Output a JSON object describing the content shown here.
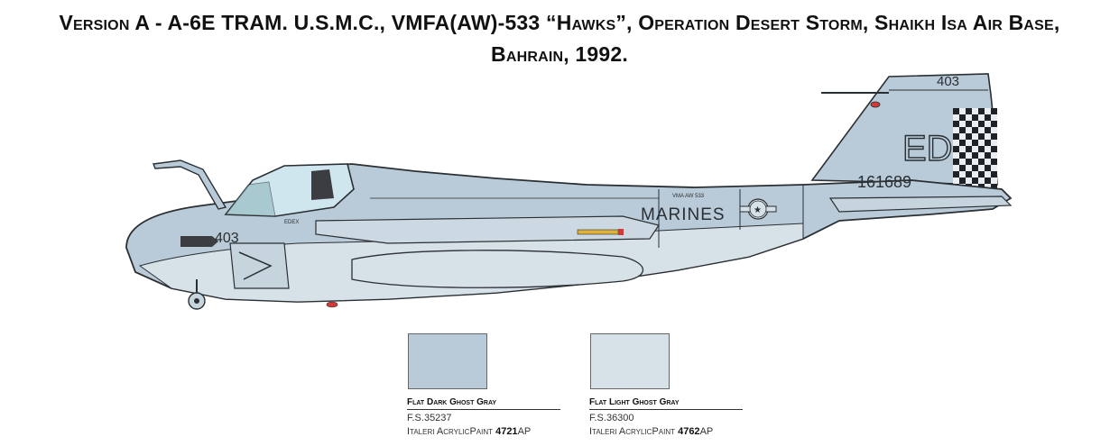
{
  "title": {
    "line1": "Version A - A-6E TRAM. U.S.M.C., VMFA(AW)-533 “Hawks”, Operation Desert Storm, Shaikh Isa Air Base,",
    "line2": "Bahrain, 1992."
  },
  "aircraft": {
    "nose_number": "403",
    "tail_number": "403",
    "serial": "161689",
    "tail_code": "ED",
    "service": "MARINES",
    "squadron_marking": "VMA AW 533",
    "canopy_text": "EDEX"
  },
  "swatches": [
    {
      "color": "#b9cad8",
      "name": "Flat Dark Ghost Gray",
      "fs": "F.S.35237",
      "brand": "Italeri AcrylicPaint",
      "code": "4721",
      "suffix": "AP"
    },
    {
      "color": "#d6e1e8",
      "name": "Flat Light Ghost Gray",
      "fs": "F.S.36300",
      "brand": "Italeri AcrylicPaint",
      "code": "4762",
      "suffix": "AP"
    }
  ],
  "colors": {
    "dark_ghost_gray": "#b9cad8",
    "light_ghost_gray": "#d6e1e8",
    "line": "#2a2f33",
    "canopy": "#cfe6ee"
  }
}
